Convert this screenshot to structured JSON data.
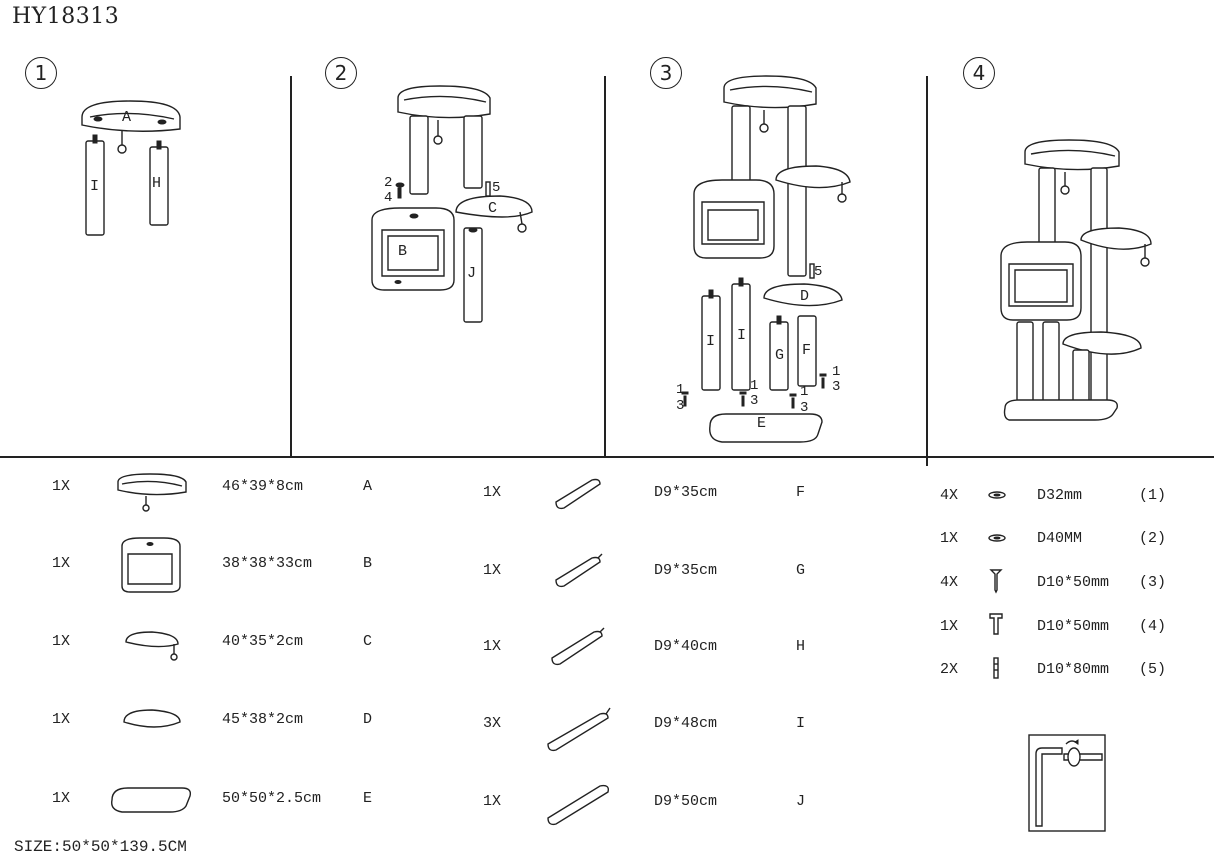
{
  "header": {
    "model": "HY18313"
  },
  "footer": {
    "size": "SIZE:50*50*139.5CM"
  },
  "steps": [
    "1",
    "2",
    "3",
    "4"
  ],
  "step1": {
    "labels": {
      "a": "A",
      "i": "I",
      "h": "H"
    }
  },
  "step2": {
    "labels": {
      "n2": "2",
      "n4": "4",
      "n5": "5",
      "c": "C",
      "b": "B",
      "j": "J"
    }
  },
  "step3": {
    "labels": {
      "n5": "5",
      "d": "D",
      "i1": "I",
      "i2": "I",
      "g": "G",
      "f": "F",
      "e": "E",
      "a1": "1",
      "a3": "3",
      "b1": "1",
      "b3": "3",
      "c1": "1",
      "c3": "3",
      "d1": "1",
      "d3": "3"
    }
  },
  "parts_left": [
    {
      "qty": "1X",
      "dim": "46*39*8cm",
      "letter": "A"
    },
    {
      "qty": "1X",
      "dim": "38*38*33cm",
      "letter": "B"
    },
    {
      "qty": "1X",
      "dim": "40*35*2cm",
      "letter": "C"
    },
    {
      "qty": "1X",
      "dim": "45*38*2cm",
      "letter": "D"
    },
    {
      "qty": "1X",
      "dim": "50*50*2.5cm",
      "letter": "E"
    }
  ],
  "parts_mid": [
    {
      "qty": "1X",
      "dim": "D9*35cm",
      "letter": "F"
    },
    {
      "qty": "1X",
      "dim": "D9*35cm",
      "letter": "G"
    },
    {
      "qty": "1X",
      "dim": "D9*40cm",
      "letter": "H"
    },
    {
      "qty": "3X",
      "dim": "D9*48cm",
      "letter": "I"
    },
    {
      "qty": "1X",
      "dim": "D9*50cm",
      "letter": "J"
    }
  ],
  "hardware": [
    {
      "qty": "4X",
      "dim": "D32mm",
      "code": "(1)",
      "icon": "washer-icon"
    },
    {
      "qty": "1X",
      "dim": "D40MM",
      "code": "(2)",
      "icon": "washer-icon"
    },
    {
      "qty": "4X",
      "dim": "D10*50mm",
      "code": "(3)",
      "icon": "screw-icon"
    },
    {
      "qty": "1X",
      "dim": "D10*50mm",
      "code": "(4)",
      "icon": "bolt-icon"
    },
    {
      "qty": "2X",
      "dim": "D10*80mm",
      "code": "(5)",
      "icon": "dowel-icon"
    }
  ]
}
